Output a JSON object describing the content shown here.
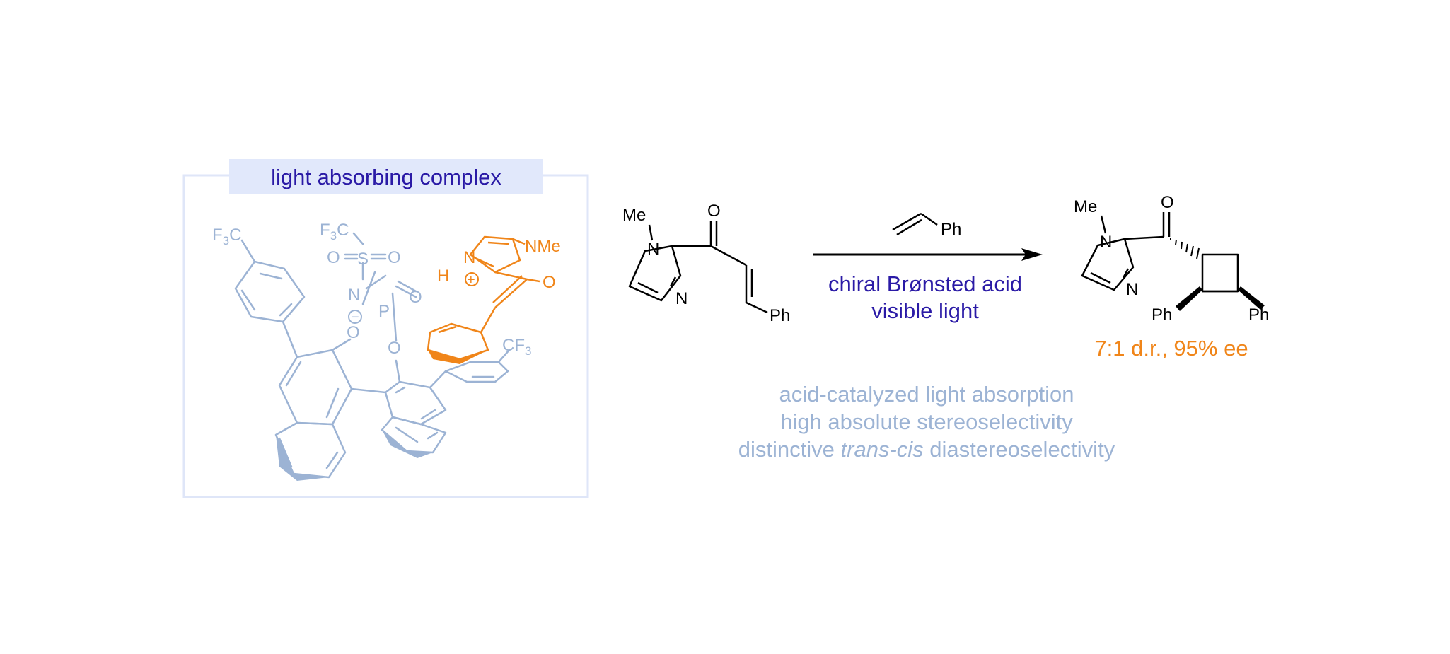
{
  "colors": {
    "catalyst": "#9cb3d4",
    "substrate": "#f08519",
    "conditions": "#2a1aa6",
    "bonds": "#000000",
    "label_box_fill": "#e1e8fb",
    "frame": "#dfe6f8",
    "result": "#f08519"
  },
  "complex": {
    "title": "light absorbing complex",
    "labels": {
      "cf3_top": "F",
      "cf3_top_sub": "3",
      "cf3_top_tail": "C",
      "sulfonyl_f3c": "F",
      "sulfonyl_f3c_sub": "3",
      "sulfonyl_f3c_tail": "C",
      "sulfonyl_o_left": "O",
      "sulfonyl_s": "S",
      "sulfonyl_o_right": "O",
      "amide_n": "N",
      "phosphorus": "P",
      "p_double_o": "O",
      "anion_sign": "−",
      "p_o_left": "O",
      "p_o_right": "O",
      "cf3_right": "CF",
      "cf3_right_sub": "3",
      "imid_n_h": "N",
      "imid_h": "H",
      "cation_sign": "+",
      "imid_nme": "NMe",
      "ketone_o": "O"
    }
  },
  "reactant": {
    "me": "Me",
    "n1": "N",
    "n3": "N",
    "o": "O",
    "ph": "Ph"
  },
  "reagent": {
    "ph": "Ph"
  },
  "conditions": {
    "line1": "chiral Brønsted acid",
    "line2": "visible light"
  },
  "product": {
    "me": "Me",
    "n1": "N",
    "n3": "N",
    "o": "O",
    "ph_left": "Ph",
    "ph_right": "Ph",
    "selectivity": "7:1 d.r., 95% ee"
  },
  "highlights": {
    "line1": "acid-catalyzed light absorption",
    "line2": "high absolute stereoselectivity",
    "line3_a": "distinctive ",
    "line3_b": "trans-cis",
    "line3_c": " diastereoselectivity"
  }
}
